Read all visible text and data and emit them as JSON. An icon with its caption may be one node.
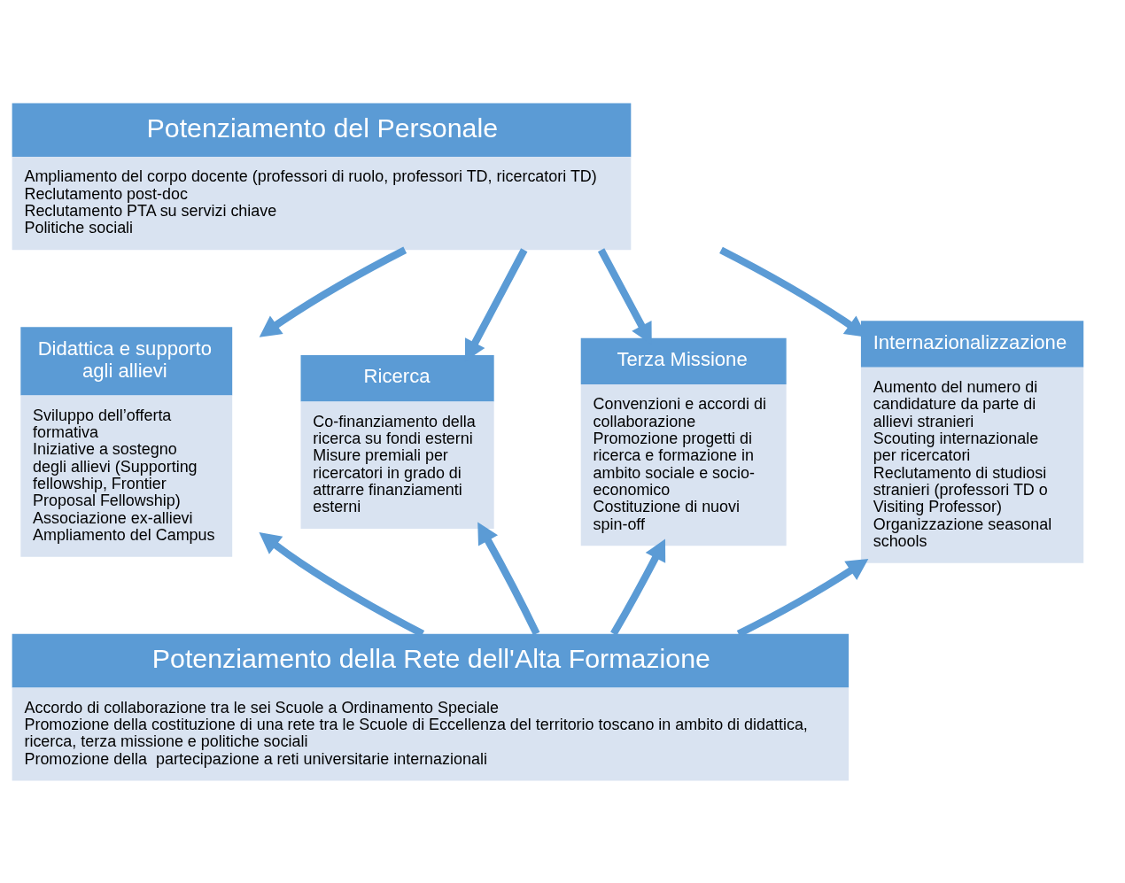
{
  "diagram": {
    "nodes": [
      {
        "text": [
          "Potenziamento del Personale",
          "Ampliamento del corpo docente (professori di ruolo, professori TD, ricercatori TD)",
          "Reclutamento post-doc",
          "Reclutamento PTA su servizi chiave",
          "Politiche sociali"
        ]
      },
      {
        "text": [
          "Didattica e supporto agli allievi",
          "Sviluppo dell’offerta formativa",
          "Iniziative a sostegno degli allievi (Supporting fellowship, Frontier Proposal Fellowship)",
          "Associazione ex-allievi",
          "Ampliamento del Campus"
        ]
      },
      {
        "text": [
          "Ricerca",
          "Co-finanziamento della ricerca su fondi esterni",
          "Misure premiali per ricercatori in grado di attrarre finanziamenti esterni"
        ]
      },
      {
        "text": [
          "Terza Missione",
          "Convenzioni e accordi di collaborazione",
          "Promozione progetti di ricerca e formazione in ambito sociale e socio-economico",
          "Costituzione di nuovi spin-off"
        ]
      },
      {
        "text": [
          "Internazionalizzazione",
          "Aumento del numero di candidature da parte di allievi stranieri",
          "Scouting internazionale per ricercatori",
          "Reclutamento di studiosi stranieri (professori TD o Visiting Professor)",
          "Organizzazione seasonal schools"
        ]
      },
      {
        "text": [
          "Potenziamento della Rete dell'Alta Formazione",
          "Accordo di collaborazione tra le sei Scuole a Ordinamento Speciale",
          "Promozione della costituzione di una rete tra le Scuole di Eccellenza del territorio toscano in ambito di didattica, ricerca, terza missione e politiche sociali",
          "Promozione della  partecipazione a reti universitarie internazionali"
        ]
      }
    ],
    "edges": [
      {
        "from": 0,
        "to": 1,
        "arrow": "to"
      },
      {
        "from": 0,
        "to": 2,
        "arrow": "to"
      },
      {
        "from": 0,
        "to": 3,
        "arrow": "to"
      },
      {
        "from": 0,
        "to": 4,
        "arrow": "to"
      },
      {
        "from": 5,
        "to": 1,
        "arrow": "to"
      },
      {
        "from": 5,
        "to": 2,
        "arrow": "to"
      },
      {
        "from": 5,
        "to": 3,
        "arrow": "to"
      },
      {
        "from": 5,
        "to": 4,
        "arrow": "to"
      }
    ]
  }
}
